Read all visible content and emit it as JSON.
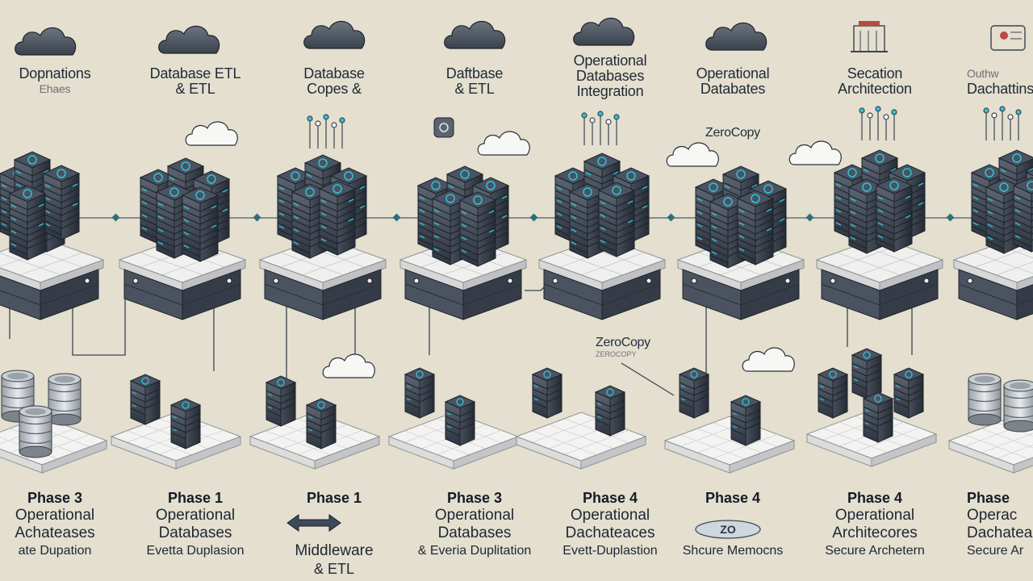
{
  "columns": [
    {
      "top": [
        "Dopnations",
        "Ehaes"
      ],
      "phase": "Phase 3",
      "l1": "Operational",
      "l2": "Achateases",
      "l3": "ate Dupation"
    },
    {
      "top": [
        "Database ETL",
        "& ETL"
      ],
      "phase": "Phase 1",
      "l1": "Operational",
      "l2": "Databases",
      "l3": "Evetta Duplasion"
    },
    {
      "top": [
        "Database",
        "Copes &"
      ],
      "phase": "Phase 1",
      "l1": "",
      "l2": "Middleware",
      "l3": "& ETL"
    },
    {
      "top": [
        "Daftbase",
        "& ETL"
      ],
      "phase": "Phase 3",
      "l1": "Operational",
      "l2": "Databases",
      "l3": "& Everia Duplitation"
    },
    {
      "top": [
        "Operational",
        "Databases",
        "Integration"
      ],
      "phase": "Phase 4",
      "l1": "Operational",
      "l2": "Dachateaces",
      "l3": "Evett-Duplastion"
    },
    {
      "top": [
        "Operational",
        "Databates"
      ],
      "phase": "Phase 4",
      "l1": "",
      "l2": "",
      "l3": "Shcure Memocns"
    },
    {
      "top": [
        "Secation",
        "Architection"
      ],
      "phase": "Phase 4",
      "l1": "Operational",
      "l2": "Architecores",
      "l3": "Secure Archetern"
    },
    {
      "top": [
        "Outhw",
        "Dachattins"
      ],
      "phase": "Phase",
      "l1": "Operac",
      "l2": "Dachatea",
      "l3": "Secure Ar"
    }
  ],
  "floating": {
    "zerocopy_top": "ZeroCopy",
    "zerocopy_mid": "ZeroCopy",
    "zerocopy_mid_sub": "ZEROCOPY",
    "zo_logo": "ZO"
  },
  "colors": {
    "background": "#e4dfcf",
    "server_dark": "#3d4654",
    "server_mid": "#59616c",
    "accent_cyan": "#2fc2d8",
    "platform_top": "#ececec",
    "platform_base": "#444c59"
  }
}
